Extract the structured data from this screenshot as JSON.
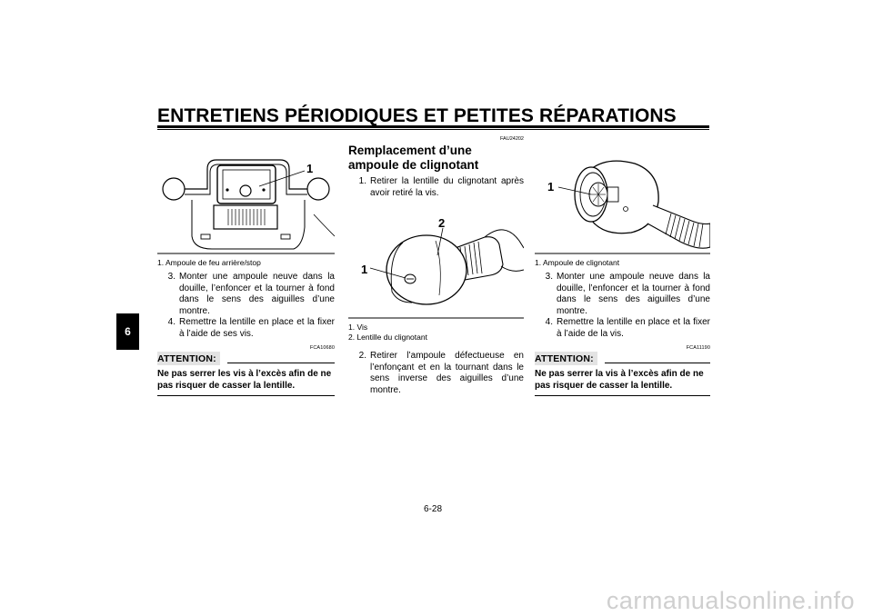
{
  "header": {
    "title": "ENTRETIENS PÉRIODIQUES ET PETITES RÉPARATIONS"
  },
  "chapter_tab": "6",
  "left": {
    "figure_callout": "1",
    "caption": "1. Ampoule de feu arrière/stop",
    "steps": [
      {
        "num": "3.",
        "text": "Monter une ampoule neuve dans la douille, l’enfoncer et la tourner à fond dans le sens des aiguilles d’une montre."
      },
      {
        "num": "4.",
        "text": "Remettre la lentille en place et la fixer à l’aide de ses vis."
      }
    ],
    "code": "FCA10680",
    "attention_label": "ATTENTION:",
    "warning": "Ne pas serrer les vis à l’excès afin de ne pas risquer de casser la lentille."
  },
  "middle": {
    "section_code": "FAU24202",
    "title": "Remplacement d’une ampoule de clignotant",
    "step1": {
      "num": "1.",
      "text": "Retirer la lentille du clignotant après avoir retiré la vis."
    },
    "figure_callout_1": "1",
    "figure_callout_2": "2",
    "captions": [
      "1. Vis",
      "2. Lentille du clignotant"
    ],
    "step2": {
      "num": "2.",
      "text": "Retirer l’ampoule défectueuse en l’enfonçant et en la tournant dans le sens inverse des aiguilles d’une montre."
    }
  },
  "right": {
    "figure_callout": "1",
    "caption": "1. Ampoule de clignotant",
    "steps": [
      {
        "num": "3.",
        "text": "Monter une ampoule neuve dans la douille, l’enfoncer et la tourner à fond dans le sens des aiguilles d’une montre."
      },
      {
        "num": "4.",
        "text": "Remettre la lentille en place et la fixer à l’aide de la vis."
      }
    ],
    "code": "FCA11190",
    "attention_label": "ATTENTION:",
    "warning": "Ne pas serrer la vis à l’excès afin de ne pas risquer de casser la lentille."
  },
  "page_number": "6-28",
  "watermark": "carmanualsonline.info"
}
